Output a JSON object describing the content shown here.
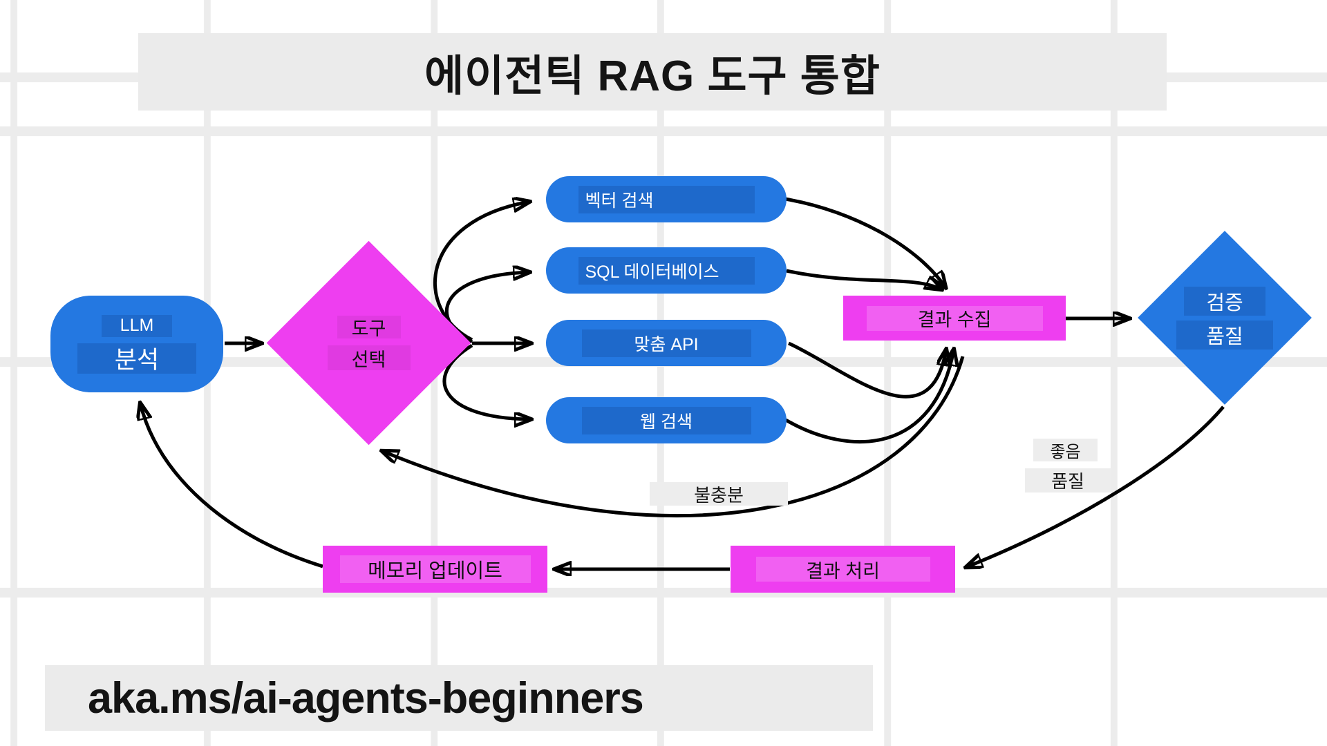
{
  "title": "에이전틱 RAG 도구 통합",
  "footer": "aka.ms/ai-agents-beginners",
  "nodes": {
    "llm": {
      "line1": "LLM",
      "line2": "분석"
    },
    "tool_select": {
      "line1": "도구",
      "line2": "선택"
    },
    "tools": [
      {
        "label": "벡터 검색"
      },
      {
        "label": "SQL 데이터베이스"
      },
      {
        "label": "맞춤 API"
      },
      {
        "label": "웹 검색"
      }
    ],
    "collect": {
      "label": "결과 수집"
    },
    "verify": {
      "line1": "검증",
      "line2": "품질"
    },
    "process": {
      "label": "결과 처리"
    },
    "memory": {
      "label": "메모리 업데이트"
    }
  },
  "edge_labels": {
    "good_line1": "좋음",
    "good_line2": "품질",
    "insufficient": "불충분"
  },
  "colors": {
    "blue": "#2478e1",
    "magenta": "#ee3ef0",
    "band": "#ebebeb",
    "arrow": "#000000"
  }
}
